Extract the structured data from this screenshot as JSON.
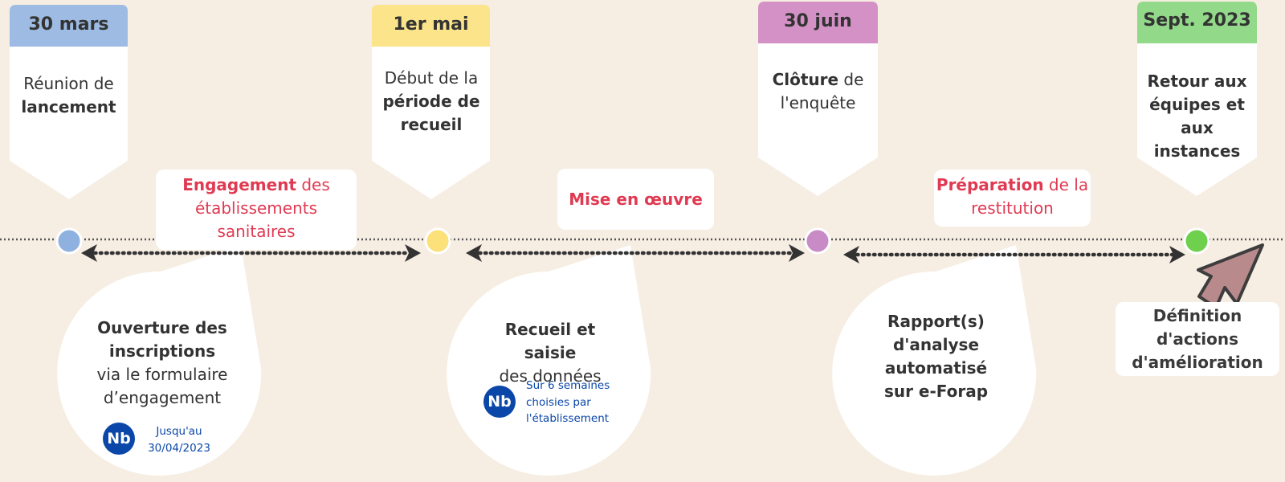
{
  "milestones": [
    {
      "date": "30 mars",
      "text_pre": "Réunion de",
      "text_bold": "lancement",
      "text_post": "",
      "color": "#9dbbe3",
      "dot": "#8fb1e0"
    },
    {
      "date": "1er mai",
      "text_pre": "Début de la",
      "text_bold": "période de recueil",
      "text_post": "",
      "color": "#fbe48a",
      "dot": "#fce07a"
    },
    {
      "date": "30 juin",
      "text_pre": "",
      "text_bold": "Clôture",
      "text_post": "de l'enquête",
      "color": "#d391c5",
      "dot": "#c88bc6"
    },
    {
      "date": "Sept. 2023",
      "text_pre": "",
      "text_bold": "Retour aux équipes et aux instances",
      "text_post": "",
      "color": "#93d98a",
      "dot": "#6fd04e"
    }
  ],
  "phases": [
    {
      "bold": "Engagement",
      "rest": "des établissements sanitaires"
    },
    {
      "bold": "Mise en œuvre",
      "rest": ""
    },
    {
      "bold": "Préparation",
      "rest": "de la restitution"
    }
  ],
  "bubbles": [
    {
      "bold": "Ouverture des inscriptions",
      "rest": "via le formulaire d’engagement",
      "badge": "Nb",
      "note": "Jusqu'au 30/04/2023"
    },
    {
      "bold": "Recueil et saisie",
      "rest": "des données",
      "badge": "Nb",
      "note": "Sur 6 semaines choisies par l'établissement"
    },
    {
      "bold": "Rapport(s) d'analyse automatisé sur e-Forap",
      "rest": "",
      "badge": "",
      "note": ""
    }
  ],
  "final_box": {
    "text": "Définition d'actions d'amélioration"
  },
  "colors": {
    "background": "#f6ede3",
    "phase_red": "#e03a52",
    "badge_blue": "#0b47a8",
    "arrow": "#b98a8c"
  }
}
